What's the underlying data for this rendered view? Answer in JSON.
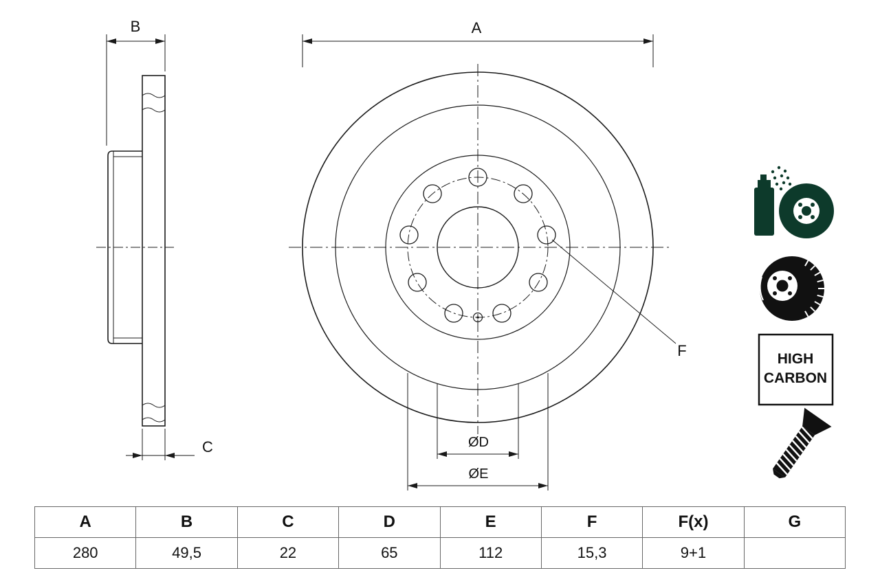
{
  "drawing": {
    "labels": {
      "a": "A",
      "b": "B",
      "c": "C",
      "d": "ØD",
      "e": "ØE",
      "f": "F"
    }
  },
  "badge": {
    "line1": "HIGH",
    "line2": "CARBON"
  },
  "icons": {
    "spray": "paint-spray-can-icon",
    "coated_disc": "coated-brake-disc-icon",
    "vented_disc": "vented-brake-disc-icon",
    "screw": "countersunk-screw-icon"
  },
  "colors": {
    "line": "#1a1a1a",
    "icon_green": "#0d3a2b",
    "icon_black": "#111111"
  },
  "table": {
    "headers": [
      "A",
      "B",
      "C",
      "D",
      "E",
      "F",
      "F(x)",
      "G"
    ],
    "values": [
      "280",
      "49,5",
      "22",
      "65",
      "112",
      "15,3",
      "9+1",
      ""
    ]
  }
}
